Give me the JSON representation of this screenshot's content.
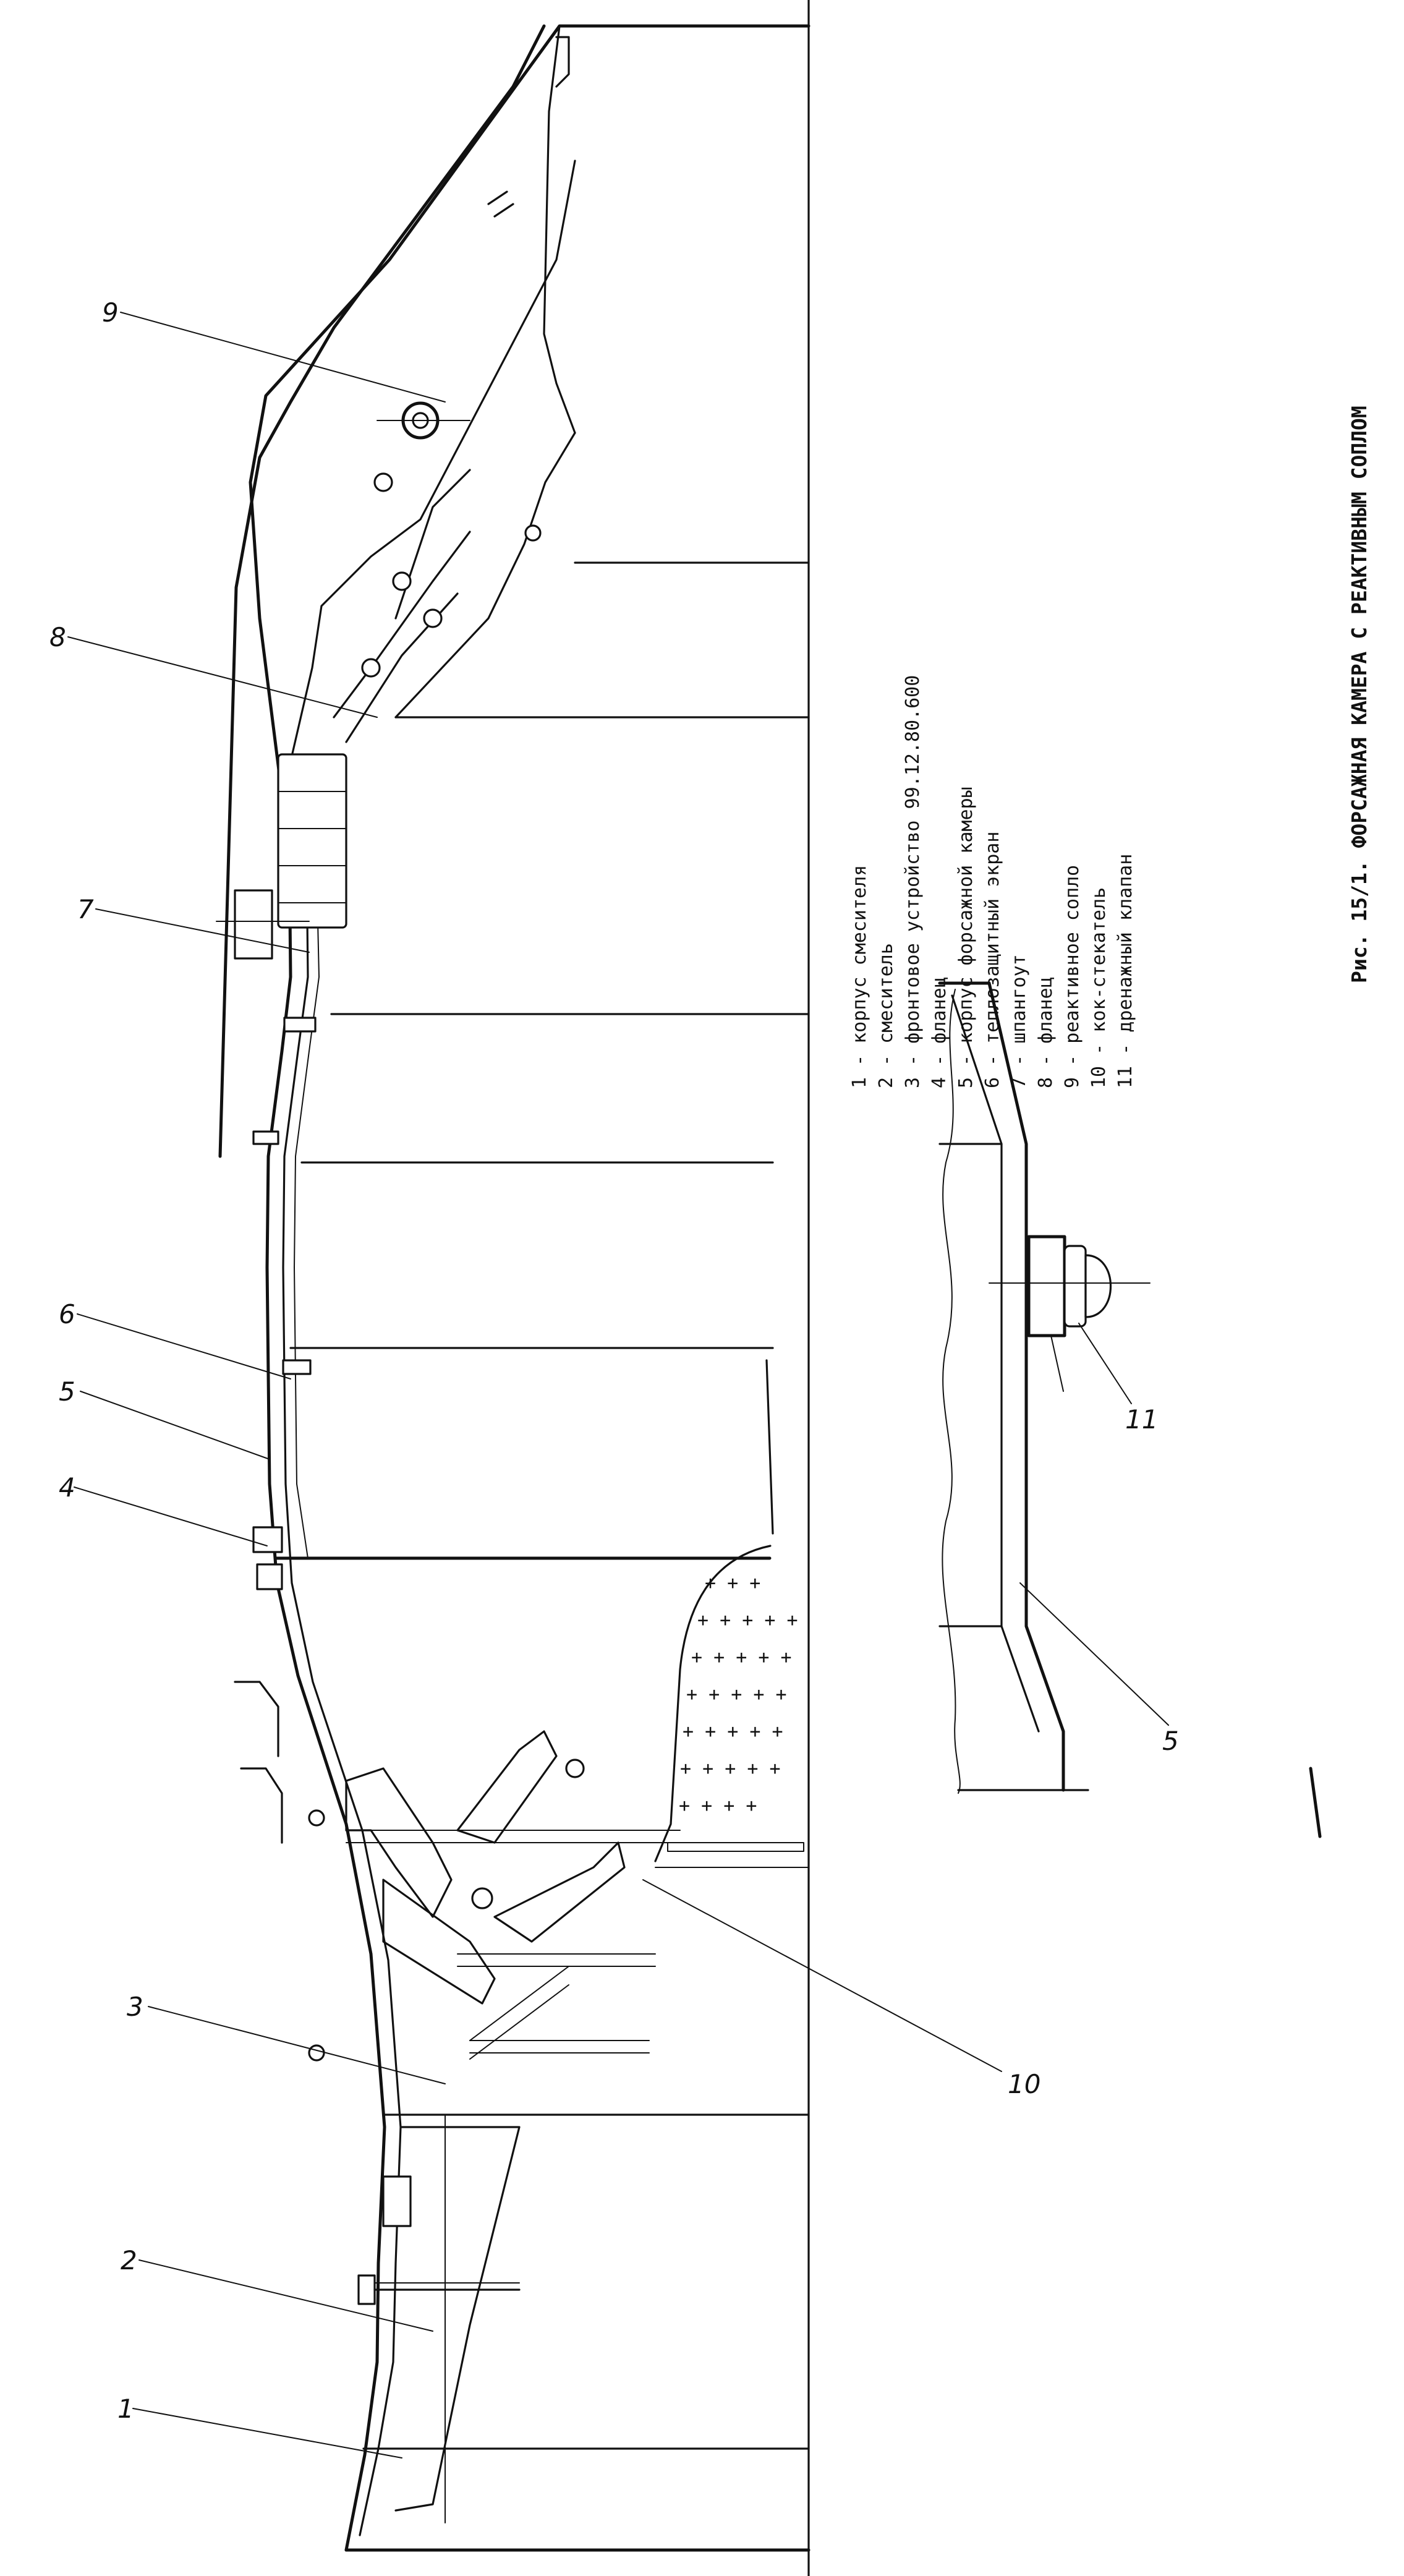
{
  "caption": "Рис. 15/1. ФОРСАЖНАЯ КАМЕРА С РЕАКТИВНЫМ СОПЛОМ",
  "legend": [
    {
      "num": "1",
      "text": "1  - корпус смесителя"
    },
    {
      "num": "2",
      "text": "2  - смеситель"
    },
    {
      "num": "3",
      "text": "3  - фронтовое устройство 99.12.80.600"
    },
    {
      "num": "4",
      "text": "4  - фланец"
    },
    {
      "num": "5",
      "text": "5  - корпус форсажной камеры"
    },
    {
      "num": "6",
      "text": "6  - теплозащитный экран"
    },
    {
      "num": "7",
      "text": "7  - шпангоут"
    },
    {
      "num": "8",
      "text": "8  - фланец"
    },
    {
      "num": "9",
      "text": "9  - реактивное сопло"
    },
    {
      "num": "10",
      "text": "10 - кок-стекатель"
    },
    {
      "num": "11",
      "text": "11 - дренажный клапан"
    }
  ],
  "callouts": {
    "c1": "1",
    "c2": "2",
    "c3": "3",
    "c4": "4",
    "c5": "5",
    "c6": "6",
    "c7": "7",
    "c8": "8",
    "c9": "9",
    "c10": "10",
    "c11": "11",
    "c5b": "5"
  }
}
